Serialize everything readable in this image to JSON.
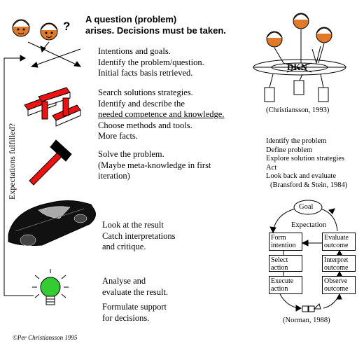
{
  "header": {
    "question": "?",
    "line1": "A question (problem)",
    "line2": "arises. Decisions must be taken."
  },
  "steps": {
    "s1": [
      "Intentions and goals.",
      "Identify the problem/question.",
      "Initial facts basis retrieved."
    ],
    "s2": [
      "Search solutions strategies.",
      "Identify and describe the",
      "needed competence and knowledge.",
      "Choose methods and tools.",
      "More facts."
    ],
    "s3": [
      "Solve the problem.",
      "(Maybe meta-knowledge in first",
      "iteration)"
    ],
    "s4": [
      "Look at the result",
      "Catch interpretations",
      "and critique."
    ],
    "s5": [
      "Analyse and",
      "evaluate the result.",
      "Formulate support",
      "for decisions."
    ]
  },
  "side_label": "Expectations fulfilled?",
  "dkn": {
    "label": "DKN",
    "citation": "(Christiansson, 1993)"
  },
  "bransford": {
    "items": [
      "Identify the problem",
      "Define problem",
      "Explore solution strategies",
      "Act",
      "Look back and evaluate"
    ],
    "citation": "(Bransford & Stein, 1984)"
  },
  "norman": {
    "goal": "Goal",
    "expectation": "Expectation",
    "left": [
      "Form intention",
      "Select action",
      "Execute action"
    ],
    "right": [
      "Evaluate outcome",
      "Interpret outcome",
      "Observe outcome"
    ],
    "citation": "(Norman, 1988)"
  },
  "copyright": "©Per Christiansson 1995",
  "colors": {
    "face": "#e07a2a",
    "hammer": "#ee1111",
    "bulb": "#33cc33",
    "blocks": "#ee1111"
  }
}
